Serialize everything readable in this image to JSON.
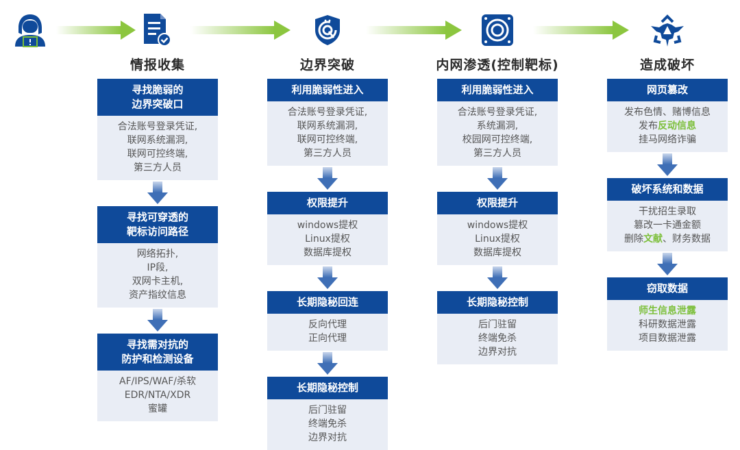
{
  "header": {
    "flow_icons": [
      "hacker-icon",
      "document-check-icon",
      "shield-target-icon",
      "target-box-icon",
      "destruction-icon"
    ],
    "stages": [
      {
        "title": "情报收集"
      },
      {
        "title": "边界突破"
      },
      {
        "title": "内网渗透(控制靶标)"
      },
      {
        "title": "造成破坏"
      }
    ]
  },
  "columns": [
    {
      "cards": [
        {
          "head": [
            "寻找脆弱的",
            "边界突破口"
          ],
          "body": [
            "合法账号登录凭证,",
            "联网系统漏洞,",
            "联网可控终端,",
            "第三方人员"
          ]
        },
        {
          "head": [
            "寻找可穿透的",
            "靶标访问路径"
          ],
          "body": [
            "网络拓扑,",
            "IP段,",
            "双网卡主机,",
            "资产指纹信息"
          ]
        },
        {
          "head": [
            "寻找需对抗的",
            "防护和检测设备"
          ],
          "body": [
            "AF/IPS/WAF/杀软",
            "EDR/NTA/XDR",
            "蜜罐"
          ]
        }
      ]
    },
    {
      "cards": [
        {
          "head": [
            "利用脆弱性进入"
          ],
          "body": [
            "合法账号登录凭证,",
            "联网系统漏洞,",
            "联网可控终端,",
            "第三方人员"
          ]
        },
        {
          "head": [
            "权限提升"
          ],
          "body": [
            "windows提权",
            "Linux提权",
            "数据库提权"
          ]
        },
        {
          "head": [
            "长期隐秘回连"
          ],
          "body": [
            "反向代理",
            "正向代理"
          ]
        },
        {
          "head": [
            "长期隐秘控制"
          ],
          "body": [
            "后门驻留",
            "终端免杀",
            "边界对抗"
          ]
        }
      ]
    },
    {
      "cards": [
        {
          "head": [
            "利用脆弱性进入"
          ],
          "body": [
            "合法账号登录凭证,",
            "系统漏洞,",
            "校园网可控终端,",
            "第三方人员"
          ]
        },
        {
          "head": [
            "权限提升"
          ],
          "body": [
            "windows提权",
            "Linux提权",
            "数据库提权"
          ]
        },
        {
          "head": [
            "长期隐秘控制"
          ],
          "body": [
            "后门驻留",
            "终端免杀",
            "边界对抗"
          ]
        }
      ]
    },
    {
      "cards": [
        {
          "head": [
            "网页篡改"
          ],
          "body": [
            "发布色情、赌博信息",
            "发布|反动信息|",
            "挂马网络诈骗"
          ]
        },
        {
          "head": [
            "破坏系统和数据"
          ],
          "body": [
            "干扰招生录取",
            "篡改一卡通金额",
            "删除|文献|、财务数据"
          ]
        },
        {
          "head": [
            "窃取数据"
          ],
          "body": [
            "|师生信息泄露|",
            "科研数据泄露",
            "项目数据泄露"
          ]
        }
      ]
    }
  ],
  "colors": {
    "primary_blue": "#0f4a9a",
    "card_body_bg": "#e9edf5",
    "highlight_green": "#7cbf3a",
    "arrow_green": "#8cc63f"
  }
}
